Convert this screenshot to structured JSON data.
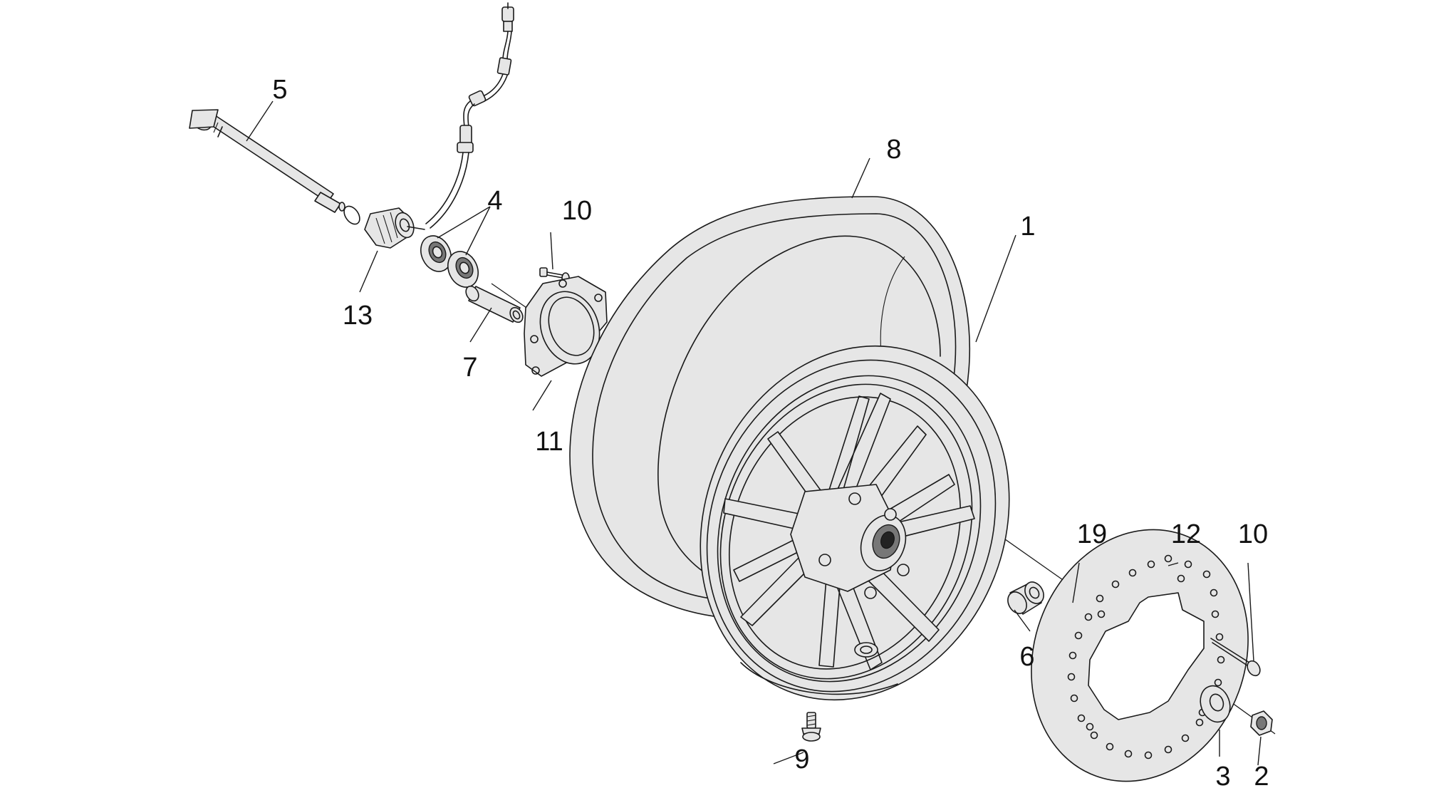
{
  "callouts": {
    "c1": "1",
    "c2": "2",
    "c3": "3",
    "c4": "4",
    "c5": "5",
    "c6": "6",
    "c7": "7",
    "c8": "8",
    "c9": "9",
    "c10_upper": "10",
    "c10_right": "10",
    "c11": "11",
    "c12": "12",
    "c13": "13",
    "c19": "19"
  },
  "colors": {
    "line": "#1a1a1a",
    "part_fill": "#e6e6e6",
    "background": "#ffffff"
  }
}
